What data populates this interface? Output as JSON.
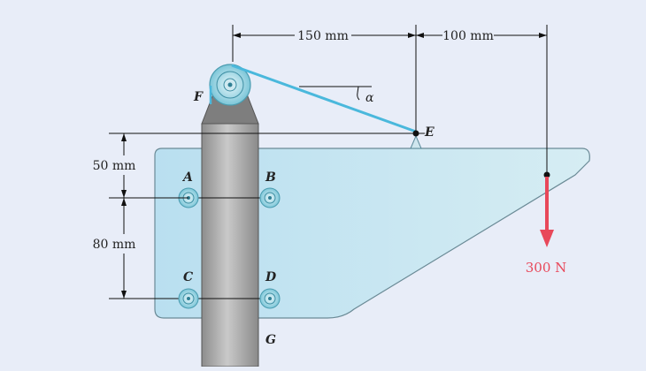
{
  "dimensions": {
    "horizontal_left": "150 mm",
    "horizontal_right": "100 mm",
    "vertical_top": "50 mm",
    "vertical_bottom": "80 mm"
  },
  "points": {
    "A": "A",
    "B": "B",
    "C": "C",
    "D": "D",
    "E": "E",
    "F": "F",
    "G": "G"
  },
  "angle_label": "α",
  "force": {
    "label": "300 N",
    "color": "#e8485a"
  },
  "colors": {
    "background": "#e8edf8",
    "plate": "#c4e4ef",
    "cable": "#4ab8dc",
    "post": "#9a9a9a",
    "roller": "#8fd0df"
  }
}
